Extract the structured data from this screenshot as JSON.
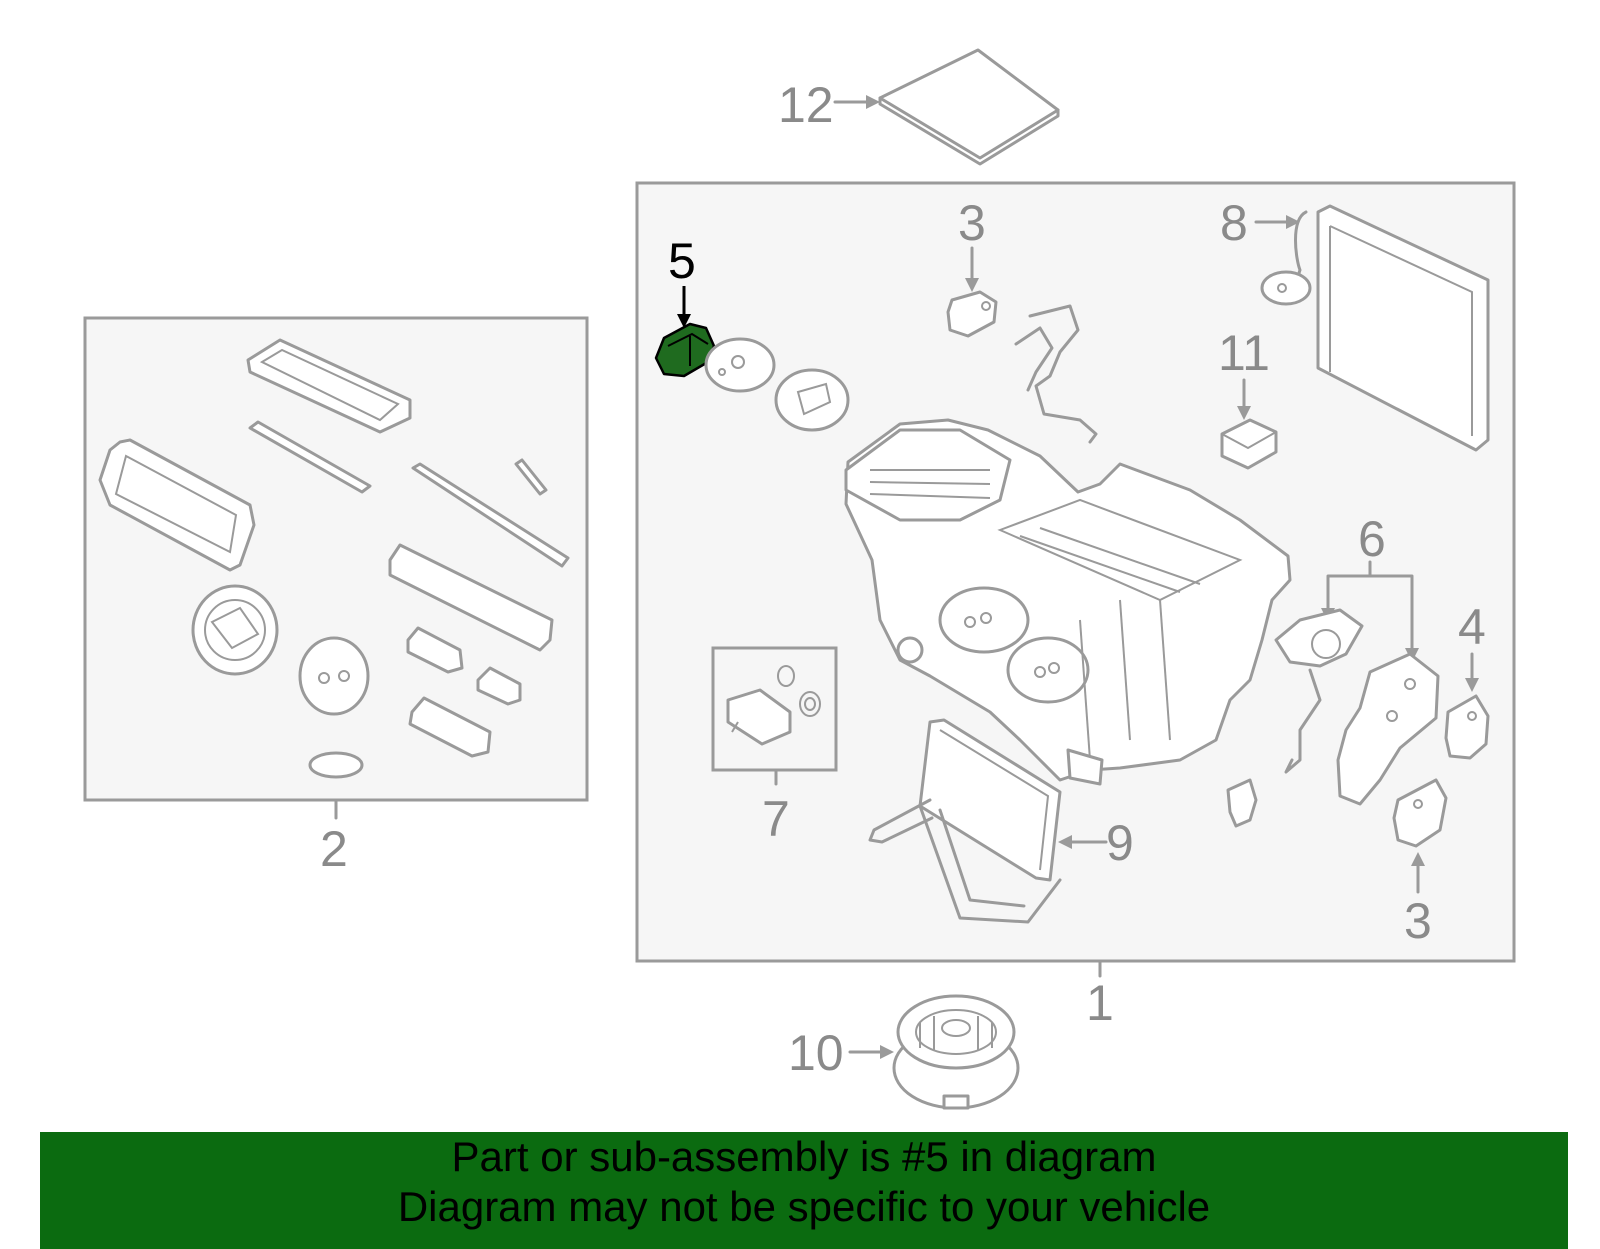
{
  "callouts": {
    "c1": "1",
    "c2": "2",
    "c3a": "3",
    "c3b": "3",
    "c4": "4",
    "c5": "5",
    "c6": "6",
    "c7": "7",
    "c8": "8",
    "c9": "9",
    "c10": "10",
    "c11": "11",
    "c12": "12"
  },
  "highlight": {
    "part": "5",
    "color": "#1f6b1f"
  },
  "banner": {
    "line1": "Part or sub-assembly is #5 in diagram",
    "line2": "Diagram may not be specific to your vehicle",
    "color": "#0b6b10"
  }
}
